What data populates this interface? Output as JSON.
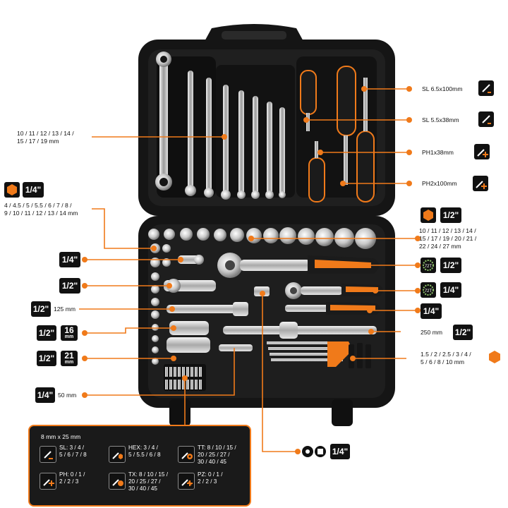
{
  "accent_color": "#f07a1a",
  "case_color": "#151515",
  "callouts": {
    "spanners": "10 / 11 / 12 / 13 / 14 /\n15 / 17 / 19 mm",
    "sl_long": "SL 6.5x100mm",
    "sl_short": "SL 5.5x38mm",
    "ph_short": "PH1x38mm",
    "ph_long": "PH2x100mm",
    "small_sockets": "4 / 4.5 / 5 / 5.5 / 6 / 7 / 8 /\n9 / 10 / 11 / 12 / 13 / 14 mm",
    "large_sockets": "10 / 11 / 12 / 13 / 14 /\n15 / 17 / 19 / 20 / 21 /\n22 / 24 / 27 mm",
    "extension_125": "125 mm",
    "extension_50": "50 mm",
    "extension_250": "250 mm",
    "hex_keys": "1.5 / 2 / 2.5 / 3 / 4 /\n5 / 6 / 8 / 10 mm"
  },
  "badges": {
    "quarter": "1/4\"",
    "half": "1/2\"",
    "deep16_value": "16",
    "deep21_value": "21",
    "deep_unit": "mm",
    "teeth": "72T"
  },
  "bits_box": {
    "header": "8 mm x 25 mm",
    "items": [
      {
        "icon": "slotted-bit-icon",
        "text": "SL: 3 / 4 /\n5 / 6 / 7 / 8"
      },
      {
        "icon": "hex-bit-icon",
        "text": "HEX: 3 / 4 /\n5 / 5.5 / 6 / 8"
      },
      {
        "icon": "torx-tamper-bit-icon",
        "text": "TT: 8 / 10 / 15 /\n20 / 25 / 27 /\n30 / 40 / 45"
      },
      {
        "icon": "phillips-bit-icon",
        "text": "PH: 0 / 1 /\n2 / 2 / 3"
      },
      {
        "icon": "torx-bit-icon",
        "text": "TX: 8 / 10 / 15 /\n20 / 25 / 27 /\n30 / 40 / 45"
      },
      {
        "icon": "pozidriv-bit-icon",
        "text": "PZ: 0 / 1 /\n2 / 2 / 3"
      }
    ]
  }
}
